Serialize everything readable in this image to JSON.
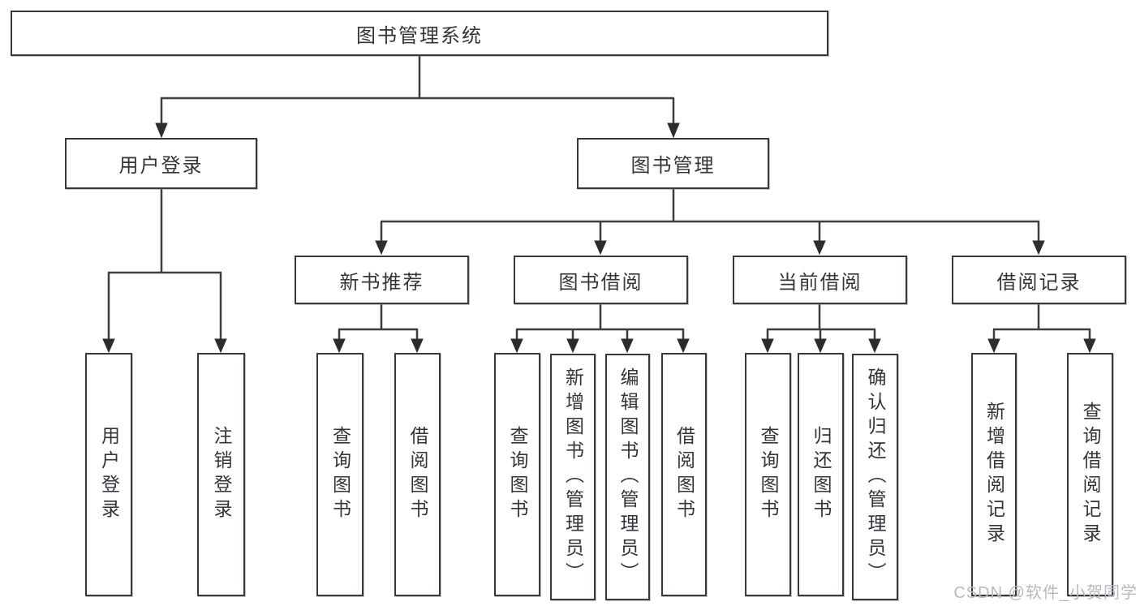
{
  "diagram": {
    "root": {
      "label": "图书管理系统",
      "children": [
        {
          "label": "用户登录",
          "children": [
            {
              "label": "用户登录"
            },
            {
              "label": "注销登录"
            }
          ]
        },
        {
          "label": "图书管理",
          "children": [
            {
              "label": "新书推荐",
              "children": [
                {
                  "label": "查询图书"
                },
                {
                  "label": "借阅图书"
                }
              ]
            },
            {
              "label": "图书借阅",
              "children": [
                {
                  "label": "查询图书"
                },
                {
                  "label": "新增图书（管理员）"
                },
                {
                  "label": "编辑图书（管理员）"
                },
                {
                  "label": "借阅图书"
                }
              ]
            },
            {
              "label": "当前借阅",
              "children": [
                {
                  "label": "查询图书"
                },
                {
                  "label": "归还图书"
                },
                {
                  "label": "确认归还（管理员）"
                }
              ]
            },
            {
              "label": "借阅记录",
              "children": [
                {
                  "label": "新增借阅记录"
                },
                {
                  "label": "查询借阅记录"
                }
              ]
            }
          ]
        }
      ]
    }
  },
  "watermark": {
    "text": "CSDN @软件_小贺同学"
  },
  "colors": {
    "line": "#3a3d42",
    "box_border": "#36393d",
    "text": "#323539",
    "watermark": "#b6babe",
    "background": "#ffffff"
  }
}
